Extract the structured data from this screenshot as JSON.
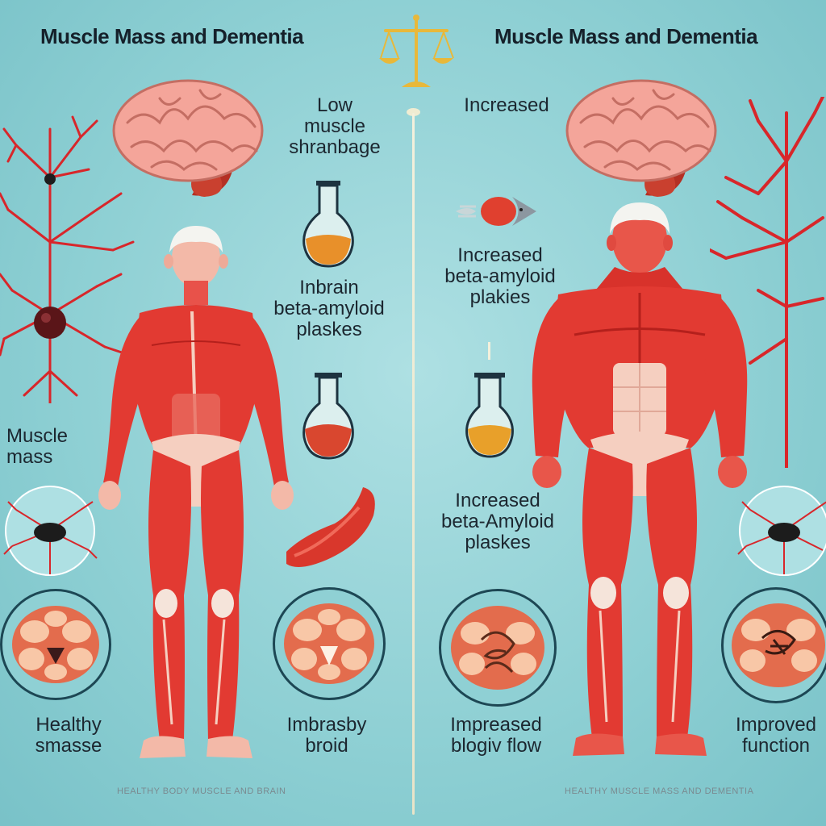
{
  "titles": {
    "left": "Muscle Mass and Dementia",
    "right": "Muscle Mass and Dementia"
  },
  "left": {
    "label_top": "Low\nmuscle\nshranbage",
    "label_mid": "Inbrain\nbeta-amyloid\nplaskes",
    "label_side": "Muscle\nmass",
    "caption_left": "Healthy\nsmasse",
    "caption_right": "Imbrasby\nbroid",
    "footer": "HEALTHY BODY MUSCLE AND BRAIN"
  },
  "right": {
    "label_top": "Increased",
    "label_mid": "Increased\nbeta-amyloid\nplakies",
    "label_low": "Increased\nbeta-Amyloid\nplaskes",
    "caption_left": "Impreased\nblogiv flow",
    "caption_right": "Improved\nfunction",
    "footer": "HEALTHY MUSCLE MASS AND DEMENTIA"
  },
  "colors": {
    "background": "#8dcfd3",
    "muscle": "#e23a32",
    "muscle_dark": "#b4201c",
    "skin": "#f5cfc0",
    "brain": "#f4a59a",
    "liquid_amber": "#e8902a",
    "liquid_red": "#d9472f",
    "neuron": "#d8262a",
    "scale_gold": "#e8b83a"
  },
  "icons": [
    "scale-icon",
    "brain-icon",
    "flask-icon",
    "neuron-icon",
    "fish-icon",
    "muscle-piece-icon"
  ]
}
